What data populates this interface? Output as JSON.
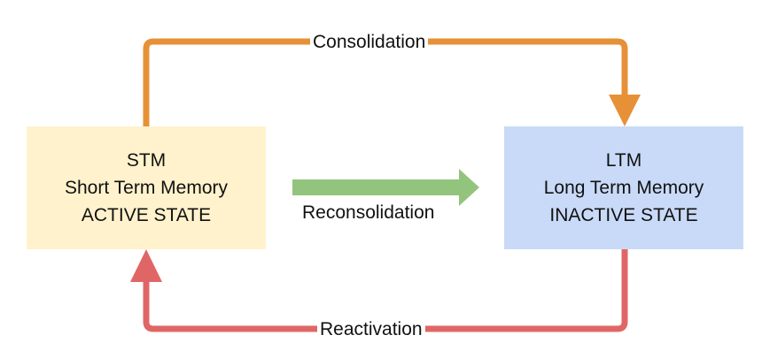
{
  "diagram": {
    "nodes": {
      "stm": {
        "line1": "STM",
        "line2": "Short Term Memory",
        "line3": "ACTIVE STATE",
        "fill": "#fff2cc"
      },
      "ltm": {
        "line1": "LTM",
        "line2": "Long Term Memory",
        "line3": "INACTIVE STATE",
        "fill": "#c9daf8"
      }
    },
    "edges": {
      "consolidation": {
        "label": "Consolidation",
        "color": "#e69138"
      },
      "reactivation": {
        "label": "Reactivation",
        "color": "#e06666"
      },
      "reconsolidation": {
        "label": "Reconsolidation",
        "color": "#93c47d"
      }
    }
  }
}
